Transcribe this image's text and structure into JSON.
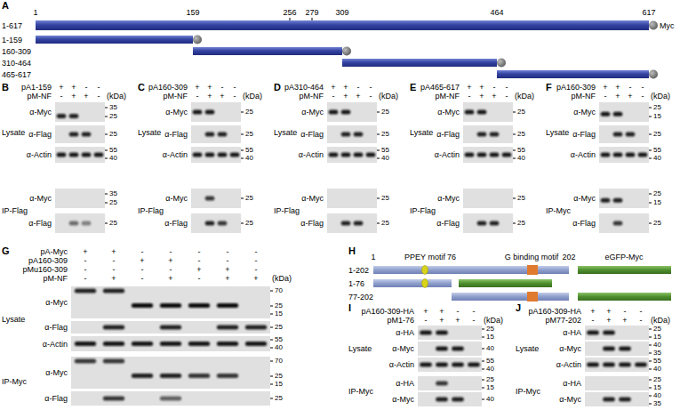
{
  "diagram": {
    "labels": [
      "A",
      "1",
      "159",
      "256",
      "279",
      "309",
      "464",
      "617",
      "Myc",
      "1-617",
      "1-159",
      "160-309",
      "310-464",
      "465-617",
      "B",
      "pA1-159",
      "+",
      "+",
      "-",
      "-",
      "pM-NF",
      "-",
      "+",
      "+",
      "-",
      "(kDa)",
      "Lysate",
      "α-Myc",
      "35",
      "25",
      "α-Flag",
      "25",
      "α-Actin",
      "55",
      "40",
      "IP-Flag",
      "α-Myc",
      "35",
      "25",
      "α-Flag",
      "25",
      "C",
      "pA160-309",
      "+",
      "+",
      "-",
      "-",
      "pM-NF",
      "-",
      "+",
      "+",
      "-",
      "(kDa)",
      "Lysate",
      "α-Myc",
      "25",
      "α-Flag",
      "25",
      "α-Actin",
      "55",
      "40",
      "IP-Flag",
      "α-Myc",
      "25",
      "α-Flag",
      "25",
      "D",
      "pA310-464",
      "+",
      "+",
      "-",
      "-",
      "pM-NF",
      "-",
      "+",
      "+",
      "-",
      "(kDa)",
      "Lysate",
      "α-Myc",
      "25",
      "α-Flag",
      "25",
      "α-Actin",
      "55",
      "40",
      "IP-Flag",
      "α-Myc",
      "25",
      "α-Flag",
      "25",
      "E",
      "pA465-617",
      "+",
      "+",
      "-",
      "-",
      "pM-NF",
      "-",
      "+",
      "+",
      "-",
      "(kDa)",
      "Lysate",
      "α-Myc",
      "25",
      "α-Flag",
      "25",
      "α-Actin",
      "55",
      "40",
      "IP-Flag",
      "α-Myc",
      "25",
      "α-Flag",
      "25",
      "F",
      "pA160-309",
      "+",
      "+",
      "-",
      "-",
      "pM-NF",
      "-",
      "+",
      "+",
      "-",
      "(kDa)",
      "Lysate",
      "α-Myc",
      "25",
      "15",
      "α-Flag",
      "25",
      "α-Actin",
      "55",
      "40",
      "IP-Myc",
      "α-Myc",
      "25",
      "15",
      "α-Flag",
      "25",
      "G",
      "pA-Myc",
      "+",
      "+",
      "-",
      "-",
      "-",
      "-",
      "-",
      "pA160-309",
      "-",
      "-",
      "+",
      "+",
      "-",
      "-",
      "-",
      "pMu160-309",
      "-",
      "-",
      "-",
      "-",
      "+",
      "+",
      "-",
      "pM-NF",
      "-",
      "+",
      "-",
      "+",
      "-",
      "+",
      "+",
      "(kDa)",
      "Lysate",
      "α-Myc",
      "70",
      "25",
      "15",
      "α-Flag",
      "25",
      "α-Actin",
      "55",
      "40",
      "IP-Myc",
      "α-Myc",
      "70",
      "25",
      "15",
      "α-Flag",
      "25",
      "H",
      "1",
      "PPEY motif",
      "76",
      "G binding motif",
      "202",
      "eGFP-Myc",
      "1-202",
      "1-76",
      "77-202",
      "I",
      "pA160-309-HA",
      "+",
      "+",
      "-",
      "-",
      "pM1-76",
      "-",
      "+",
      "+",
      "-",
      "(kDa)",
      "Lysate",
      "α-HA",
      "25",
      "15",
      "α-Myc",
      "40",
      "α-Actin",
      "55",
      "40",
      "IP-Myc",
      "α-HA",
      "25",
      "15",
      "α-Myc",
      "40",
      "J",
      "pA160-309-HA",
      "+",
      "+",
      "-",
      "-",
      "pM77-202",
      "-",
      "+",
      "+",
      "-",
      "(kDa)",
      "Lysate",
      "α-HA",
      "25",
      "15",
      "α-Myc",
      "40",
      "35",
      "α-Actin",
      "55",
      "40",
      "IP-Myc",
      "α-HA",
      "25",
      "15",
      "α-Myc",
      "40",
      "35"
    ]
  }
}
